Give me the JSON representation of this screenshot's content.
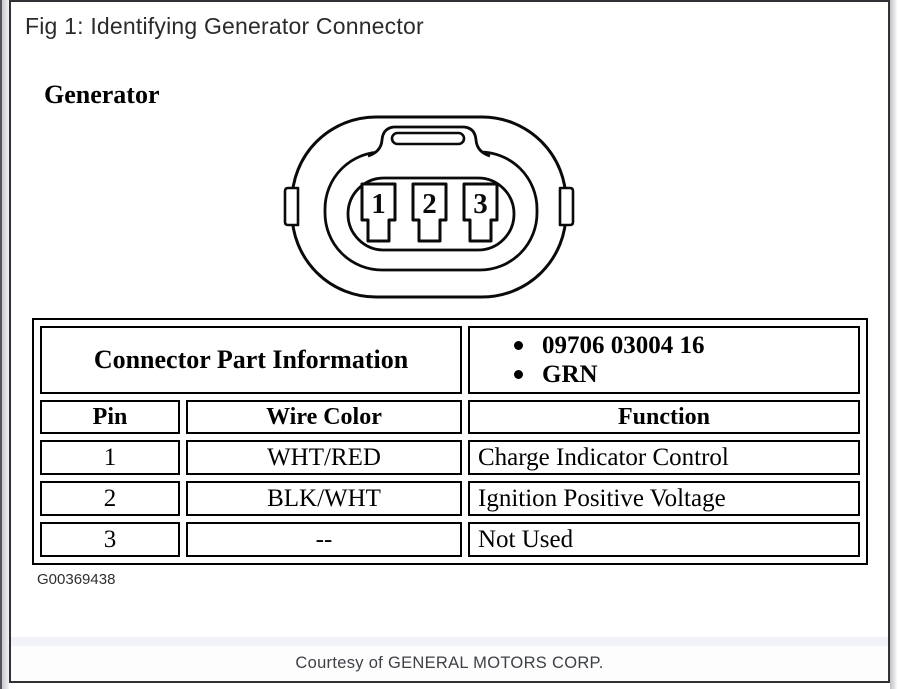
{
  "page": {
    "title": "Fig 1: Identifying Generator Connector",
    "figure_label": "Generator",
    "figure_id": "G00369438",
    "footer_text": "Courtesy of GENERAL MOTORS CORP."
  },
  "connector": {
    "pins": [
      "1",
      "2",
      "3"
    ]
  },
  "table": {
    "part_info_label": "Connector Part Information",
    "part_info_items": [
      "09706 03004 16",
      "GRN"
    ],
    "headers": [
      "Pin",
      "Wire Color",
      "Function"
    ],
    "rows": [
      {
        "pin": "1",
        "wire_color": "WHT/RED",
        "function": "Charge Indicator Control"
      },
      {
        "pin": "2",
        "wire_color": "BLK/WHT",
        "function": "Ignition Positive Voltage"
      },
      {
        "pin": "3",
        "wire_color": "--",
        "function": "Not Used"
      }
    ]
  },
  "colors": {
    "line": "#000000",
    "card_border": "#303035",
    "edge_dark": "#54555b",
    "footer_divider": "#f1f3f8",
    "footer_text": "#3d4045"
  }
}
